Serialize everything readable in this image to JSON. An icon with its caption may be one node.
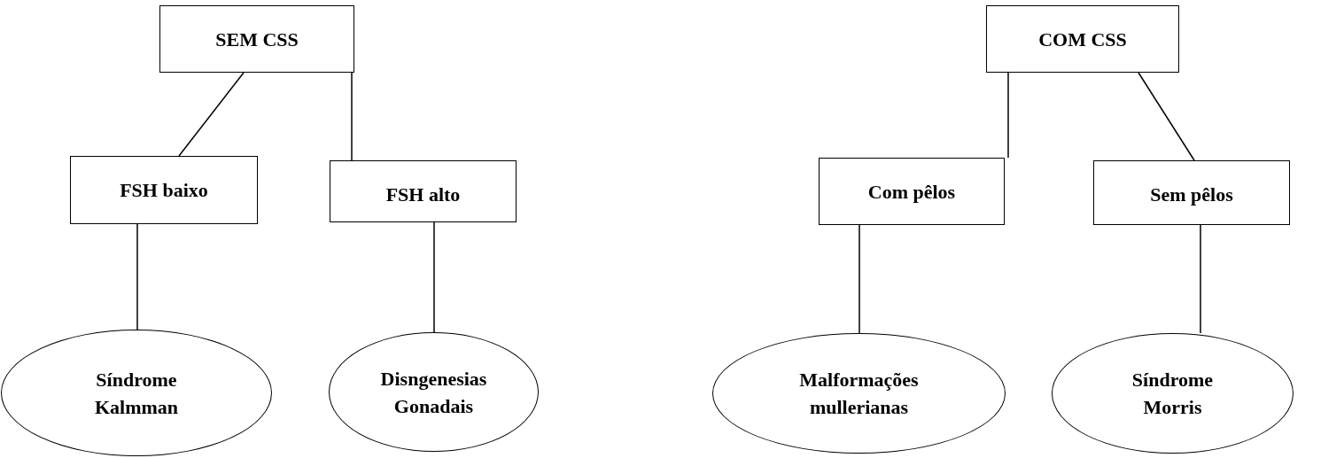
{
  "diagram": {
    "nodes": [
      {
        "text": [
          "SEM CSS"
        ]
      },
      {
        "text": [
          "FSH baixo"
        ]
      },
      {
        "text": [
          "FSH alto"
        ]
      },
      {
        "text": [
          "Síndrome Kalmman"
        ]
      },
      {
        "text": [
          "Disngenesias Gonadais"
        ]
      },
      {
        "text": [
          "COM CSS"
        ]
      },
      {
        "text": [
          "Com pêlos"
        ]
      },
      {
        "text": [
          "Sem pêlos"
        ]
      },
      {
        "text": [
          "Malformações mullerianas"
        ]
      },
      {
        "text": [
          "Síndrome Morris"
        ]
      }
    ],
    "edges": [
      {
        "from": 0,
        "to": 1,
        "arrow": "none"
      },
      {
        "from": 0,
        "to": 2,
        "arrow": "none"
      },
      {
        "from": 1,
        "to": 3,
        "arrow": "none"
      },
      {
        "from": 2,
        "to": 4,
        "arrow": "none"
      },
      {
        "from": 5,
        "to": 6,
        "arrow": "none"
      },
      {
        "from": 5,
        "to": 7,
        "arrow": "none"
      },
      {
        "from": 6,
        "to": 8,
        "arrow": "none"
      },
      {
        "from": 7,
        "to": 9,
        "arrow": "none"
      }
    ]
  }
}
